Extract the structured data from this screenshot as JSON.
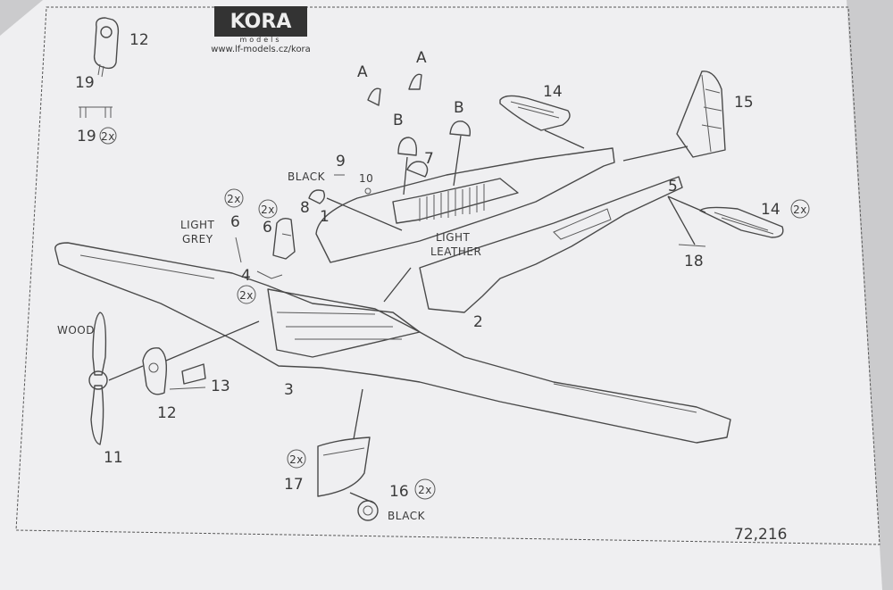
{
  "brand": {
    "logo_text": "KORA",
    "logo_sub": "models",
    "url": "www.lf-models.cz/kora"
  },
  "labels": {
    "p1": "1",
    "p2": "2",
    "p3": "3",
    "p4": "4",
    "p5": "5",
    "p6a": "6",
    "p6b": "6",
    "p7": "7",
    "p8": "8",
    "p9": "9",
    "p10": "10",
    "p11": "11",
    "p12_top": "12",
    "p12_prop": "12",
    "p13": "13",
    "p14_top": "14",
    "p14_right": "14",
    "p15": "15",
    "p16": "16",
    "p17": "17",
    "p18": "18",
    "p19_top": "19",
    "p19_bottom": "19",
    "clearA1": "A",
    "clearA2": "A",
    "clearB1": "B",
    "clearB2": "B",
    "two_x_4": "2x",
    "two_x_6a": "2x",
    "two_x_6b": "2x",
    "two_x_19": "2x",
    "two_x_14": "2x",
    "two_x_16": "2x",
    "two_x_17": "2x"
  },
  "notes": {
    "black_top": "BLACK",
    "light_grey_1": "LIGHT",
    "light_grey_2": "GREY",
    "light_leather_1": "LIGHT",
    "light_leather_2": "LEATHER",
    "wood": "WOOD",
    "black_bottom": "BLACK"
  },
  "catalog_number": "72,216"
}
